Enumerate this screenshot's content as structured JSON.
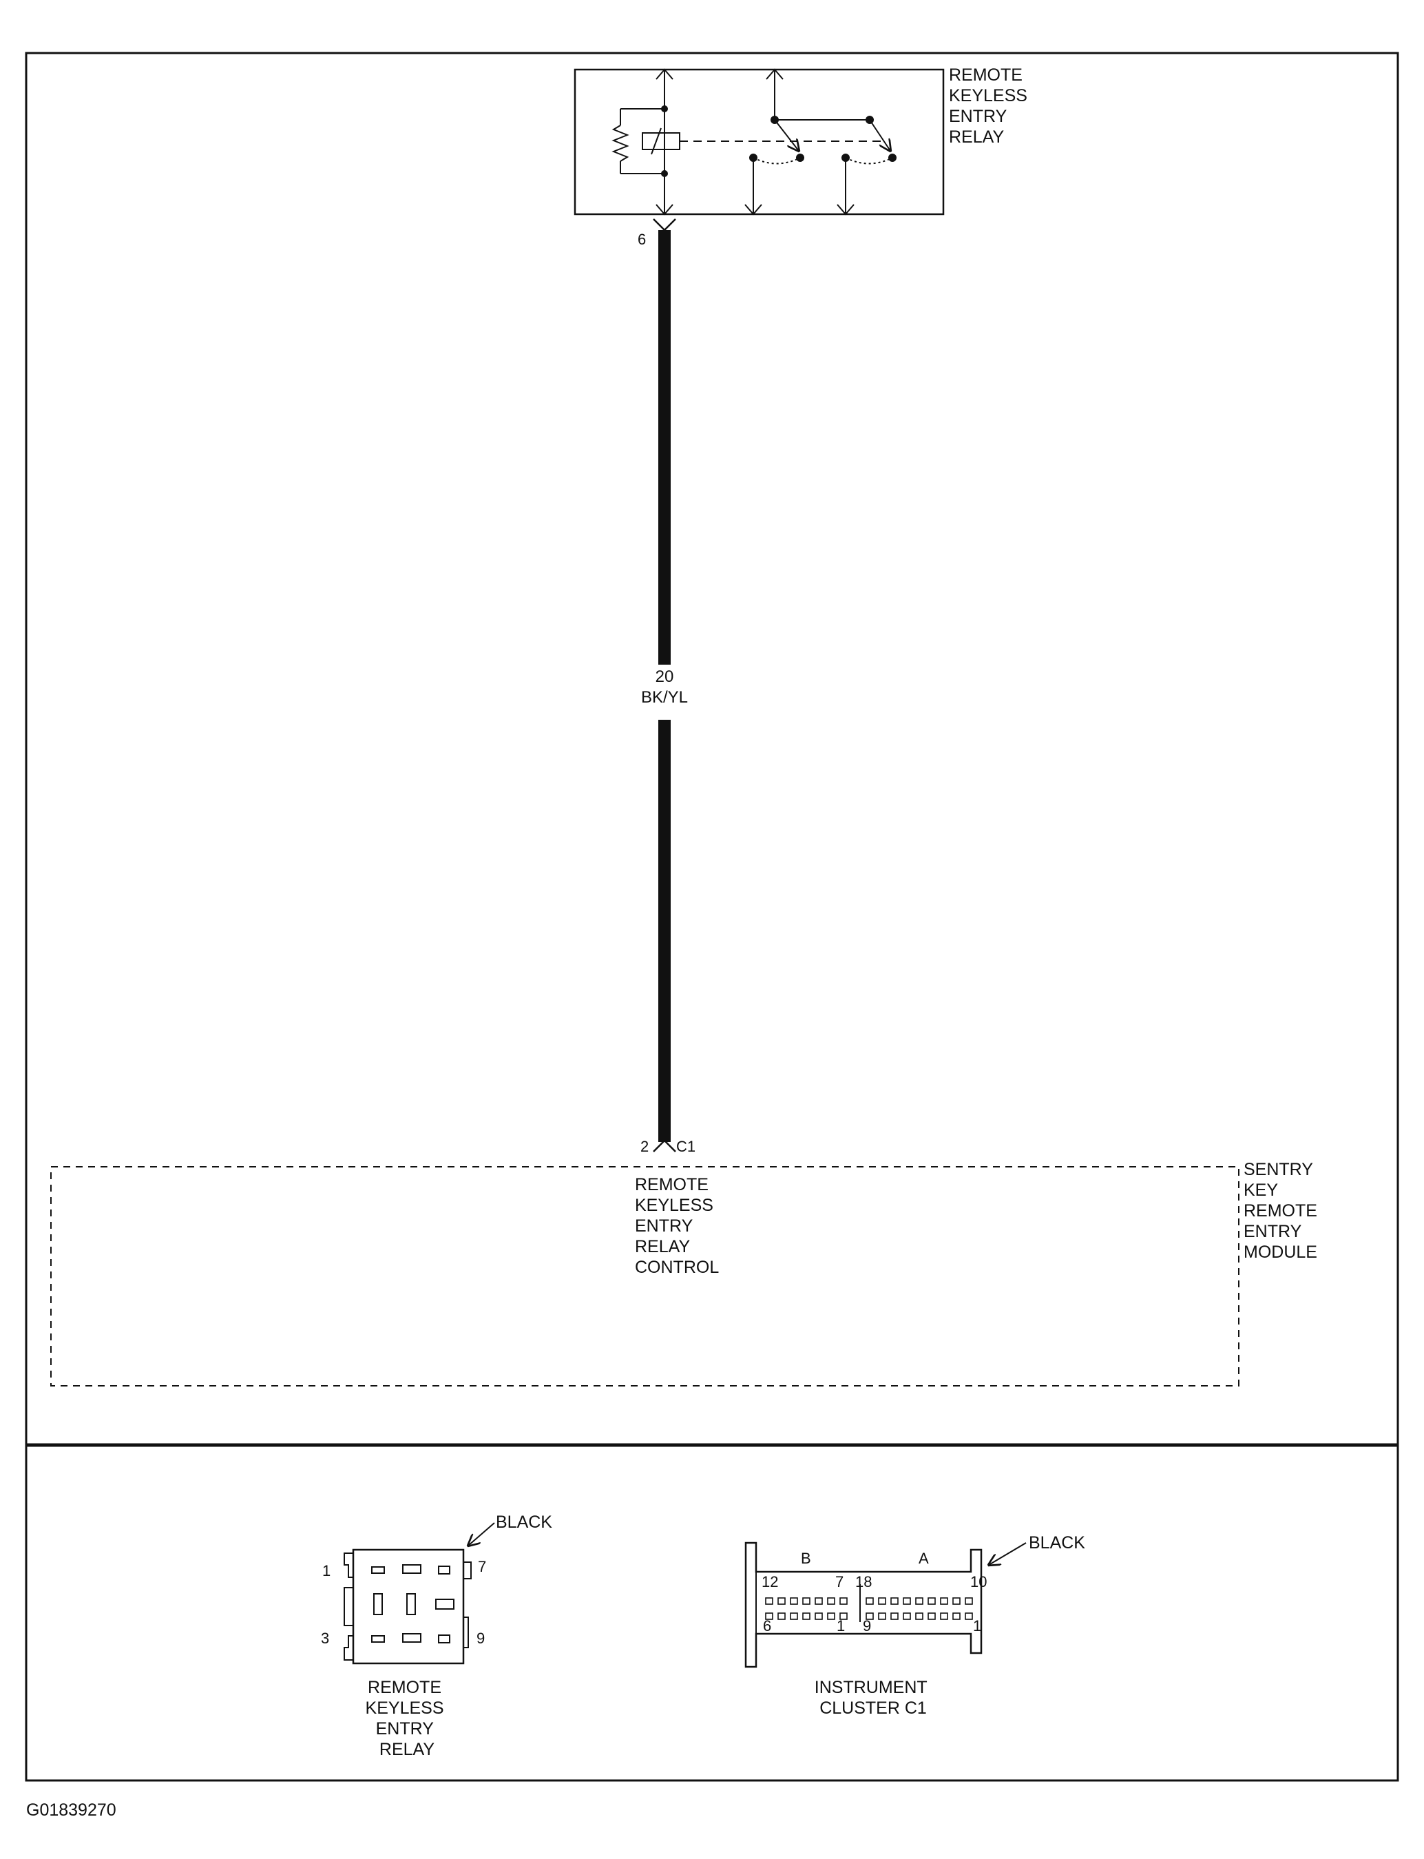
{
  "diagram": {
    "relay_label": [
      "REMOTE",
      "KEYLESS",
      "ENTRY",
      "RELAY"
    ],
    "relay_pin": "6",
    "wire": {
      "gauge": "20",
      "color": "BK/YL"
    },
    "module_pin": "2",
    "module_connector": "C1",
    "module_function_label": [
      "REMOTE",
      "KEYLESS",
      "ENTRY",
      "RELAY",
      "CONTROL"
    ],
    "module_name": [
      "SENTRY",
      "KEY",
      "REMOTE",
      "ENTRY",
      "MODULE"
    ]
  },
  "connectors": {
    "relay_connector": {
      "color_label": "BLACK",
      "pins": {
        "top_left": "1",
        "top_right": "7",
        "bottom_left": "3",
        "bottom_right": "9"
      },
      "name": [
        "REMOTE",
        "KEYLESS",
        "ENTRY",
        "RELAY"
      ]
    },
    "cluster_connector": {
      "color_label": "BLACK",
      "sections": {
        "left": "B",
        "right": "A"
      },
      "pins": {
        "b_top_left": "12",
        "b_top_right": "7",
        "b_bottom_left": "6",
        "b_bottom_right": "1",
        "a_top_left": "18",
        "a_top_right": "10",
        "a_bottom_left": "9",
        "a_bottom_right": "1"
      },
      "name": [
        "INSTRUMENT",
        "CLUSTER C1"
      ]
    }
  },
  "figure_id": "G01839270"
}
